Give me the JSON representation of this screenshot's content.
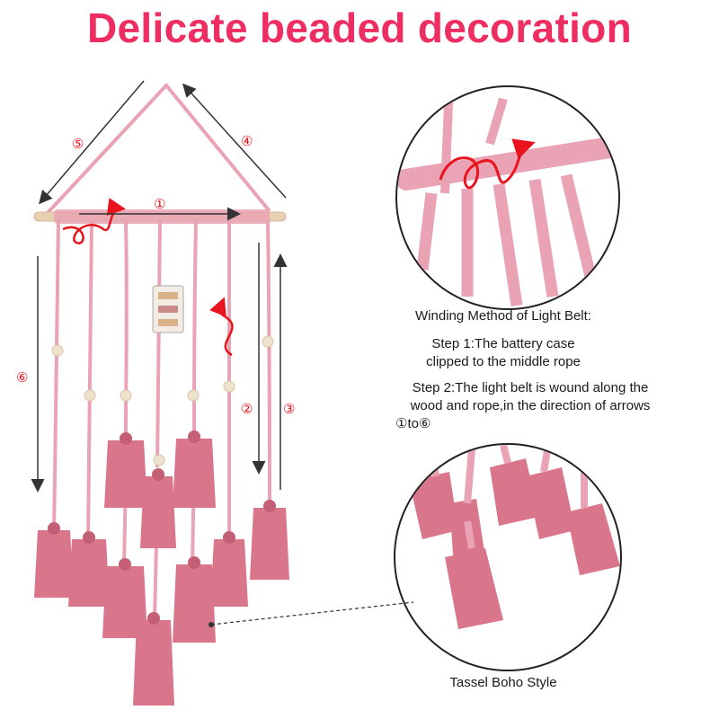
{
  "title": "Delicate beaded decoration",
  "winding": {
    "heading": "Winding Method of Light Belt:",
    "step1_line1": "Step 1:The battery case",
    "step1_line2": "clipped to the middle rope",
    "step2_line1": "Step 2:The light belt is wound along the",
    "step2_line2": "wood and rope,in the direction of arrows",
    "step2_line3": "①to⑥"
  },
  "caption": "Tassel Boho Style",
  "markers": {
    "m1": "①",
    "m2": "②",
    "m3": "③",
    "m4": "④",
    "m5": "⑤",
    "m6": "⑥"
  },
  "colors": {
    "title": "#ee2e62",
    "rope": "#e9a3b4",
    "tassel": "#d9768c",
    "wood": "#e7cfb2",
    "arrow_red": "#e8131d",
    "guide_line": "#333333"
  }
}
